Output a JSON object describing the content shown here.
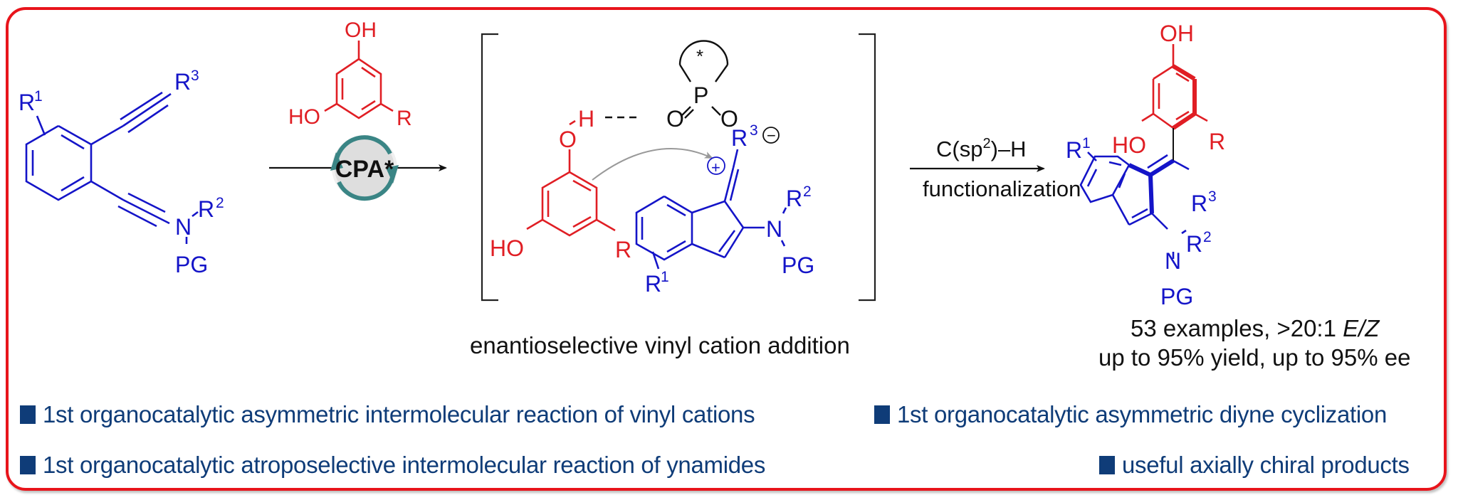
{
  "figure": {
    "type": "reaction-scheme",
    "border_color": "#e8141b",
    "colors": {
      "substrate": "#1414c8",
      "nucleophile": "#e01e24",
      "catalyst": "#111111",
      "catalyst_ring": "#3a8585",
      "bullet_text": "#0f3c78"
    }
  },
  "substrate": {
    "labels": {
      "r1": "R",
      "r1_sup": "1",
      "r3": "R",
      "r3_sup": "3",
      "r2": "R",
      "r2_sup": "2",
      "n": "N",
      "pg": "PG"
    }
  },
  "reagent": {
    "labels": {
      "oh_top": "OH",
      "ho_left": "HO",
      "r": "R"
    }
  },
  "catalyst": {
    "label": "CPA*"
  },
  "intermediate": {
    "labels": {
      "star": "*",
      "p": "P",
      "o1": "O",
      "o2": "O",
      "minus": "−",
      "plus": "+",
      "oh_o": "O",
      "oh_h": "H",
      "ho": "HO",
      "r": "R",
      "r3": "R",
      "r3_sup": "3",
      "r2": "R",
      "r2_sup": "2",
      "n": "N",
      "pg": "PG",
      "r1": "R",
      "r1_sup": "1"
    },
    "caption": "enantioselective vinyl cation addition"
  },
  "step2": {
    "above_prefix": "C(sp",
    "above_sup": "2",
    "above_suffix": ")–H",
    "below": "functionalization"
  },
  "product": {
    "labels": {
      "oh": "OH",
      "ho": "HO",
      "r": "R",
      "r1": "R",
      "r1_sup": "1",
      "r3": "R",
      "r3_sup": "3",
      "r2": "R",
      "r2_sup": "2",
      "n": "N",
      "pg": "PG"
    },
    "summary_line1_prefix": "53 examples, >20:1 ",
    "summary_line1_italic": "E/Z",
    "summary_line2": "up to 95% yield, up to 95% ee"
  },
  "highlights": [
    "1st organocatalytic asymmetric intermolecular reaction of vinyl cations",
    "1st organocatalytic asymmetric diyne cyclization",
    "1st organocatalytic atroposelective intermolecular reaction of ynamides",
    "useful axially chiral products"
  ]
}
